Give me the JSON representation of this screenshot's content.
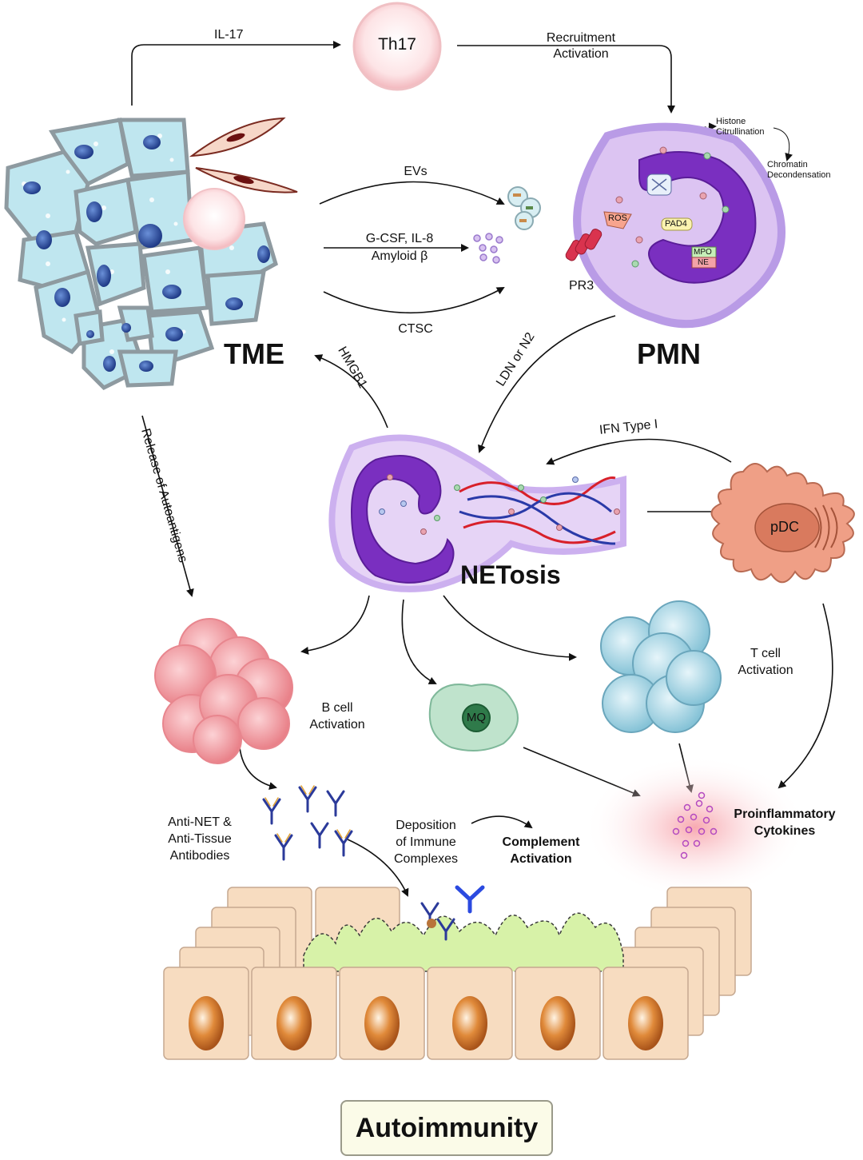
{
  "labels": {
    "il17": "IL-17",
    "th17": "Th17",
    "recruitment": "Recruitment",
    "activation": "Activation",
    "histone": "Histone",
    "citrullination": "Citrullination",
    "chromatin": "Chromatin",
    "decondensation": "Decondensation",
    "evs": "EVs",
    "gcsf": "G-CSF, IL-8",
    "amyloid": "Amyloid β",
    "ctsc": "CTSC",
    "ros": "ROS",
    "pad4": "PAD4",
    "mpo": "MPO",
    "ne": "NE",
    "pr3": "PR3",
    "tme": "TME",
    "pmn": "PMN",
    "hmgb1": "HMGB1",
    "ldn": "LDN or N2",
    "ifn": "IFN Type I",
    "release": "Release of Autoantigens",
    "netosis": "NETosis",
    "pdc": "pDC",
    "bcell_1": "B cell",
    "bcell_2": "Activation",
    "mq": "MQ",
    "tcell_1": "T cell",
    "tcell_2": "Activation",
    "antinet_1": "Anti-NET &",
    "antinet_2": "Anti-Tissue",
    "antinet_3": "Antibodies",
    "deposition_1": "Deposition",
    "deposition_2": "of Immune",
    "deposition_3": "Complexes",
    "complement_1": "Complement",
    "complement_2": "Activation",
    "proinflam_1": "Proinflammatory",
    "proinflam_2": "Cytokines",
    "autoimmunity": "Autoimmunity"
  },
  "colors": {
    "tme_cell": "#bfe6ef",
    "tme_nucleus": "#2a4a9a",
    "neutrophil_body": "#dcc4f2",
    "neutrophil_nucleus": "#7a2fc0",
    "net_red": "#d8202a",
    "net_blue": "#2a3aa8",
    "bcell": "#f2a2a8",
    "tcell": "#a9d7e6",
    "pdc": "#ef9f86",
    "macrophage": "#bfe3cc",
    "tissue": "#f7dcc0",
    "microvilli": "#d7f2a8",
    "cytokine_glow": "#f7a0a8"
  }
}
